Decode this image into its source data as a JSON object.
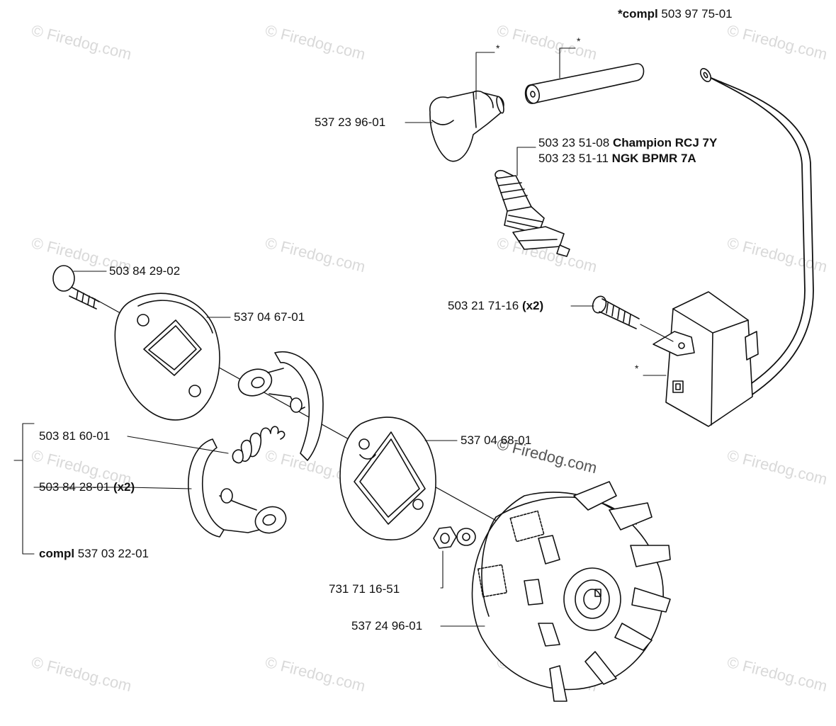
{
  "watermark": {
    "text": "© Firedog.com"
  },
  "labels": {
    "compl_top_prefix": "*compl",
    "compl_top_num": "503 97 75-01",
    "boot_cap": "537 23 96-01",
    "plug_champion_num": "503 23 51-08",
    "plug_champion_name": "Champion RCJ 7Y",
    "plug_ngk_num": "503 23 51-11",
    "plug_ngk_name": "NGK BPMR 7A",
    "screw_coil_num": "503 21 71-16",
    "screw_coil_qty": "(x2)",
    "bolt_top": "503 84 29-02",
    "cover_plate": "537 04 67-01",
    "spring": "503 81 60-01",
    "shoe_num": "503 84 28-01",
    "shoe_qty": "(x2)",
    "compl_clutch_prefix": "compl",
    "compl_clutch_num": "537 03 22-01",
    "plate_two": "537 04 68-01",
    "nut": "731 71 16-51",
    "flywheel": "537 24 96-01",
    "asterisk": "*"
  }
}
